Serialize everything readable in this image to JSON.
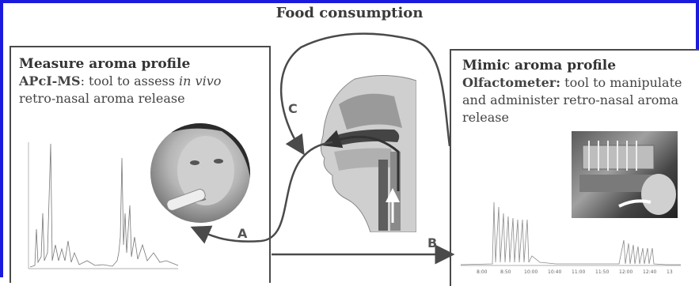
{
  "title": "Food consumption",
  "left_panel": {
    "heading": "Measure aroma profile",
    "tool_name": "APcI-MS",
    "tool_desc_1": ": tool to assess ",
    "tool_desc_italic": "in vivo",
    "tool_desc_2": "retro-nasal aroma release"
  },
  "right_panel": {
    "heading": "Mimic aroma profile",
    "tool_name": "Olfactometer:",
    "tool_desc_1": " tool to manipulate",
    "tool_desc_2": "and administer retro-nasal aroma",
    "tool_desc_3": "release"
  },
  "arrows": {
    "a": "A",
    "b": "B",
    "c": "C"
  },
  "right_spectrum_ticks": [
    "8:00",
    "8:50",
    "10:00",
    "10:40",
    "11:00",
    "11:50",
    "12:00",
    "12:40",
    "13"
  ],
  "colors": {
    "frame": "#1a1adc",
    "panel_border": "#4a4a4a",
    "arrow": "#4a4a4a"
  }
}
